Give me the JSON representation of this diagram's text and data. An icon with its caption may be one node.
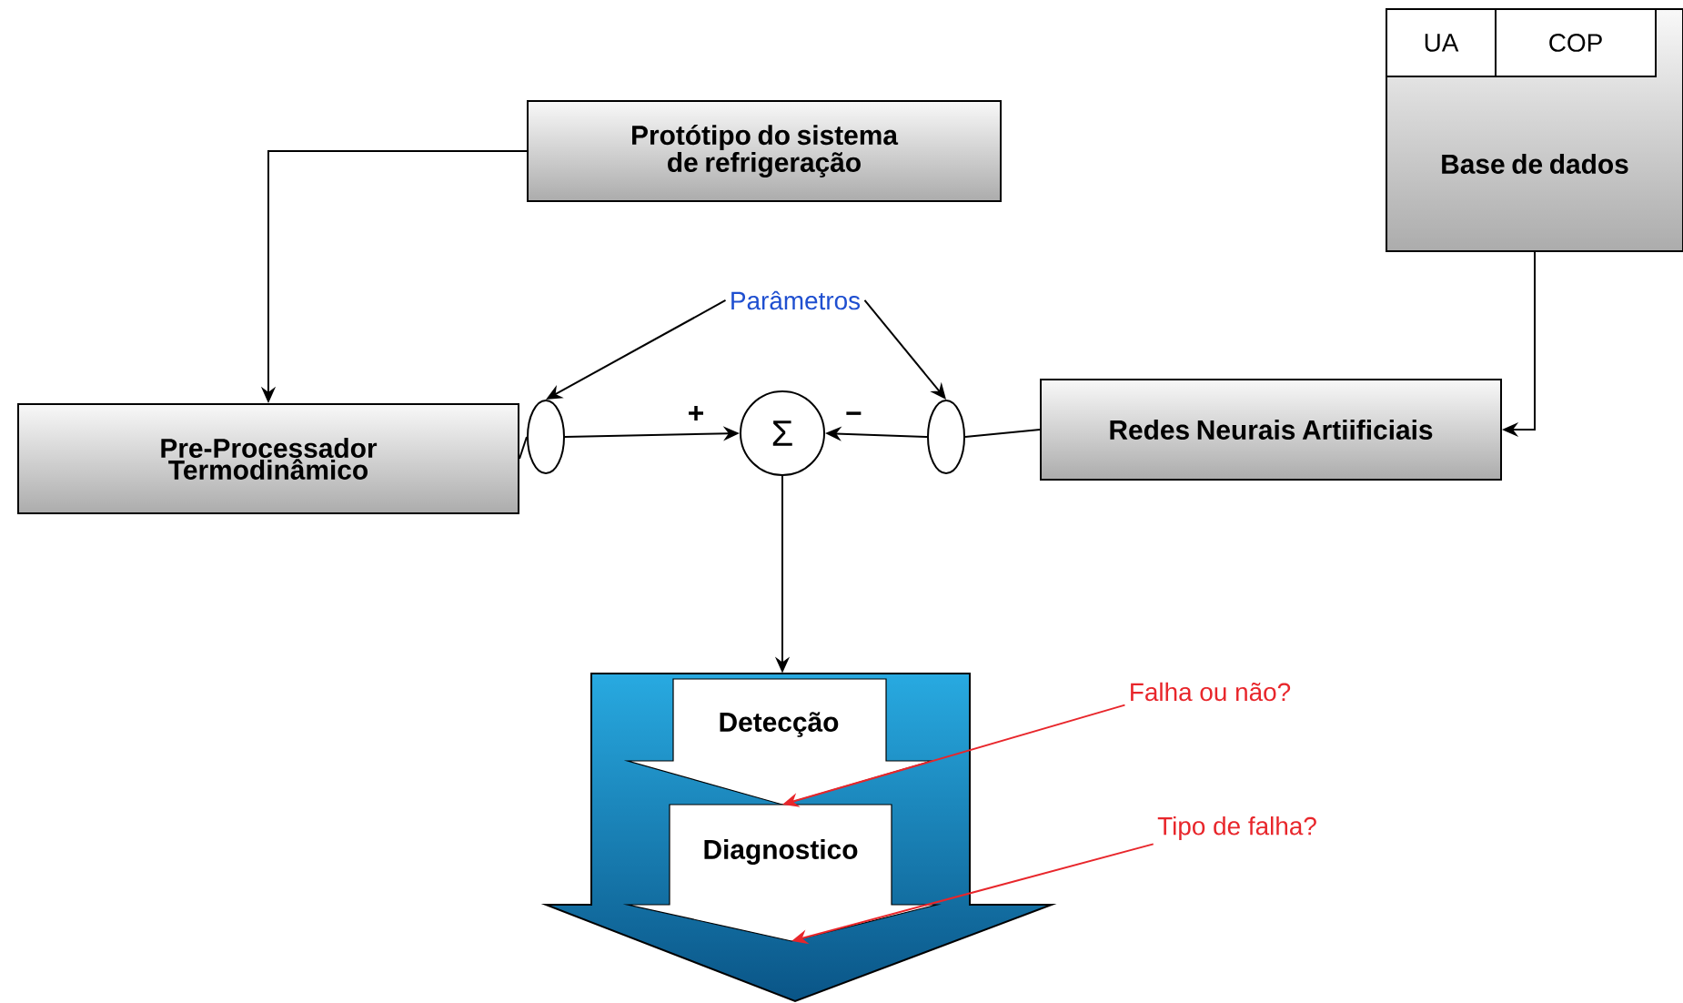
{
  "diagram": {
    "nodes": [
      {
        "text": [
          "Base de dados"
        ]
      },
      {
        "text": [
          "UA"
        ],
        "in": 0
      },
      {
        "text": [
          "COP"
        ],
        "in": 0
      },
      {
        "text": [
          "Protótipo do sistema de refrigeração"
        ]
      },
      {
        "text": [
          "Parâmetros"
        ]
      },
      {
        "text": [
          "Pre-Processador Termodinâmico"
        ]
      },
      {
        "text": [],
        "shape": "ellipse"
      },
      {
        "text": [
          "Σ"
        ]
      },
      {
        "text": [],
        "shape": "ellipse"
      },
      {
        "text": [
          "Redes Neurais Artiificiais"
        ]
      },
      {
        "text": [],
        "shape": "arrow"
      },
      {
        "text": [
          "Detecção"
        ],
        "in": 10
      },
      {
        "text": [
          "Falha ou não?"
        ]
      },
      {
        "text": [
          "Diagnostico"
        ],
        "in": 10
      },
      {
        "text": [
          "Tipo de falha?"
        ]
      }
    ],
    "edges": [
      {
        "from": 3,
        "to": 5,
        "arrow": "to"
      },
      {
        "from": 0,
        "to": 9,
        "arrow": "to"
      },
      {
        "from": 4,
        "to": 6,
        "arrow": "to"
      },
      {
        "from": 4,
        "to": 8,
        "arrow": "to"
      },
      {
        "from": 5,
        "to": 6,
        "arrow": "none"
      },
      {
        "from": 6,
        "to": 7,
        "arrow": "to",
        "label": "+"
      },
      {
        "from": 9,
        "to": 8,
        "arrow": "none"
      },
      {
        "from": 8,
        "to": 7,
        "arrow": "to",
        "label": "−"
      },
      {
        "from": 7,
        "to": 10,
        "arrow": "to"
      },
      {
        "from": 12,
        "to": 11,
        "arrow": "to",
        "color": "#e8262b"
      },
      {
        "from": 14,
        "to": 13,
        "arrow": "to",
        "color": "#e8262b"
      }
    ]
  }
}
